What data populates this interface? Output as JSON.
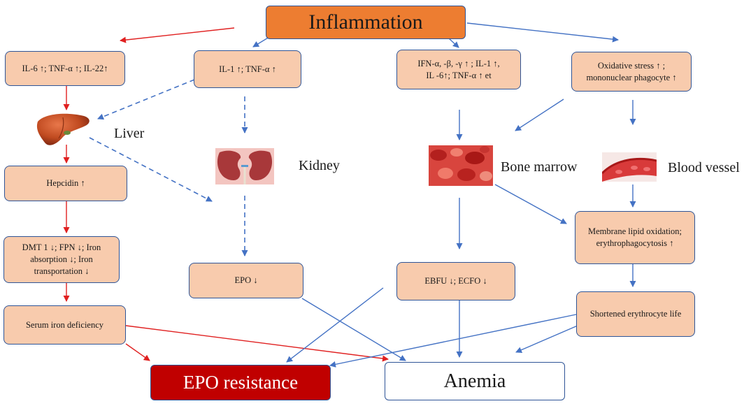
{
  "title": "Inflammation",
  "boxes": {
    "il6": "IL-6 ↑; TNF-α ↑; IL-22↑",
    "il1": "IL-1 ↑; TNF-α ↑",
    "ifn_1": "IFN-α, -β, -γ ↑ ; IL-1 ↑,",
    "ifn_2": "IL -6↑; TNF-α ↑ et",
    "ox_1": "Oxidative stress ↑ ;",
    "ox_2": "mononuclear phagocyte ↑",
    "hepcidin": "Hepcidin ↑",
    "dmt_1": "DMT 1 ↓; FPN ↓; Iron",
    "dmt_2": "absorption ↓;  Iron",
    "dmt_3": "transportation ↓",
    "serum": "Serum iron deficiency",
    "epo": "EPO ↓",
    "ebfu": "EBFU ↓; ECFO ↓",
    "membrane_1": "Membrane lipid oxidation;",
    "membrane_2": "erythrophagocytosis ↑",
    "shortened": "Shortened erythrocyte life"
  },
  "organs": {
    "liver": "Liver",
    "kidney": "Kidney",
    "bone_marrow": "Bone marrow",
    "blood_vessel": "Blood vessel"
  },
  "outcomes": {
    "epo_resistance": "EPO resistance",
    "anemia": "Anemia"
  },
  "colors": {
    "box_fill": "#f8cbad",
    "box_border": "#2f5597",
    "title_fill": "#ed7d31",
    "epo_resistance_fill": "#c00000",
    "arrow_blue": "#4472c4",
    "arrow_red": "#e02020"
  }
}
